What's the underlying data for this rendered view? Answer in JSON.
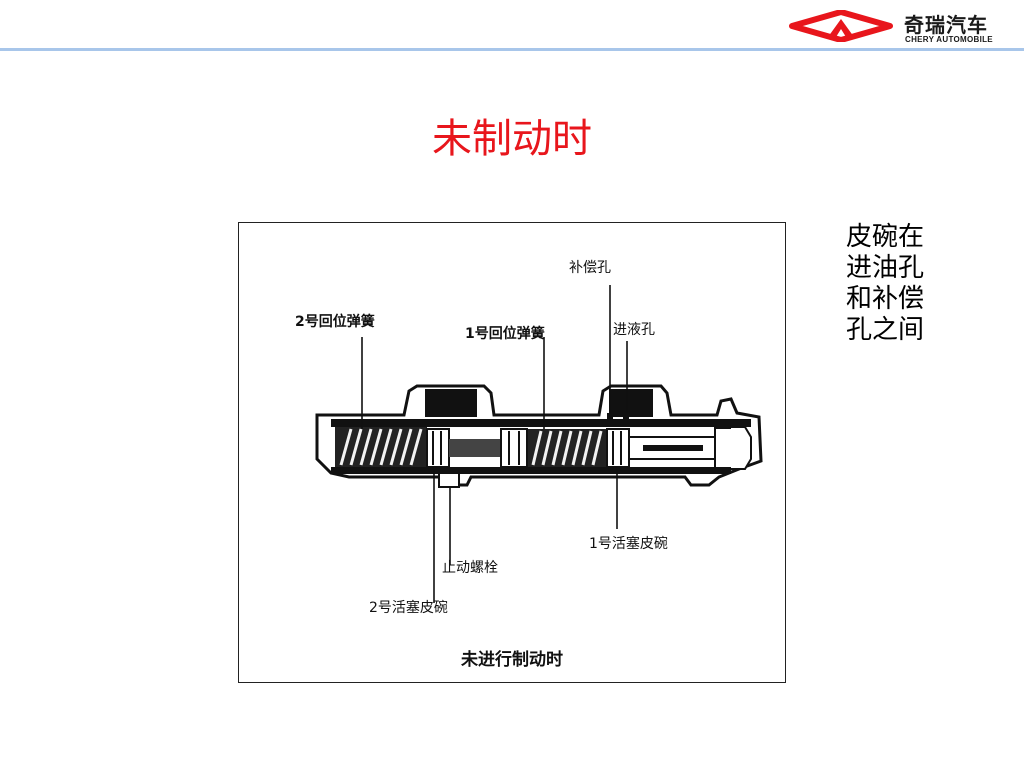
{
  "brand": {
    "name_cn": "奇瑞汽车",
    "name_en": "CHERY AUTOMOBILE",
    "logo_color": "#e8161c"
  },
  "slide": {
    "title": "未制动时",
    "title_color": "#e8161c",
    "side_text_lines": [
      "皮碗在",
      "进油孔",
      "和补偿",
      "孔之间"
    ]
  },
  "figure": {
    "caption": "未进行制动时",
    "labels": {
      "compensation_hole": "补偿孔",
      "spring_2": "2号回位弹簧",
      "spring_1": "1号回位弹簧",
      "inlet_hole": "进液孔",
      "piston_cup_1": "1号活塞皮碗",
      "stop_bolt": "止动螺栓",
      "piston_cup_2": "2号活塞皮碗"
    }
  }
}
